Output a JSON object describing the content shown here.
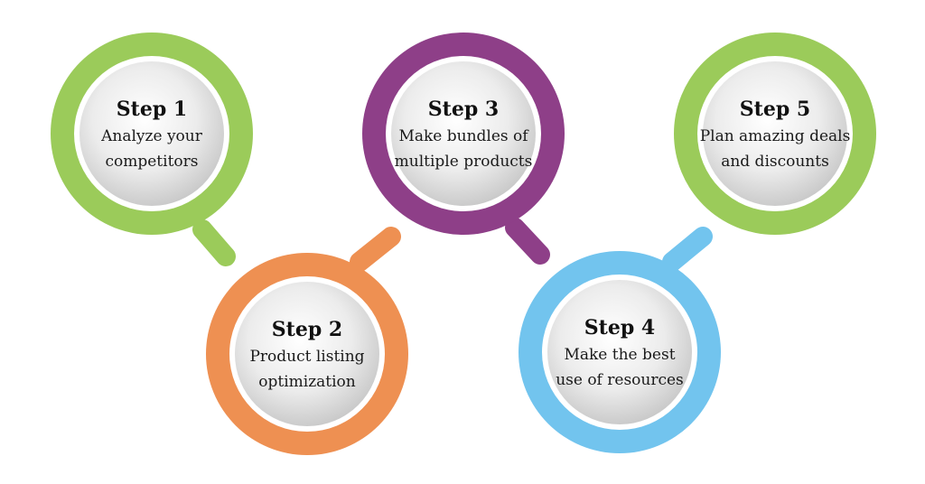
{
  "steps": [
    {
      "title": "Step 1",
      "lines": [
        "Analyze your",
        "competitors"
      ],
      "color": "#9bcb5a"
    },
    {
      "title": "Step 2",
      "lines": [
        "Product listing",
        "optimization"
      ],
      "color": "#ee9052"
    },
    {
      "title": "Step 3",
      "lines": [
        "Make bundles of",
        "multiple products"
      ],
      "color": "#8e3f88"
    },
    {
      "title": "Step 4",
      "lines": [
        "Make the best",
        "use of resources"
      ],
      "color": "#72c4ee"
    },
    {
      "title": "Step 5",
      "lines": [
        "Plan amazing deals",
        "and discounts"
      ],
      "color": "#9bcb5a"
    }
  ]
}
